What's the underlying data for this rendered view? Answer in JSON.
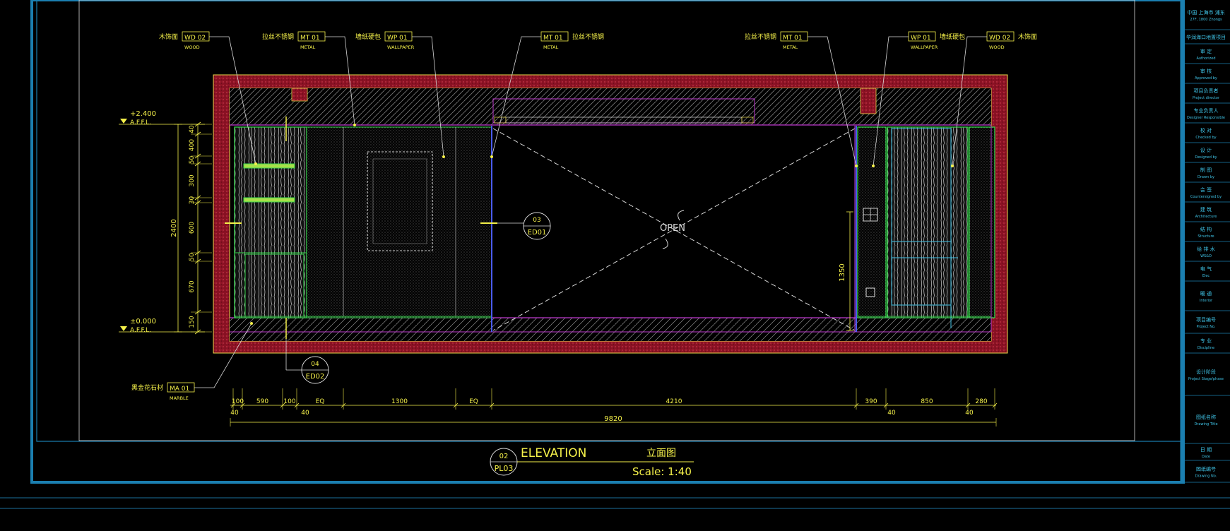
{
  "drawing": {
    "title_en": "ELEVATION",
    "title_cn": "立面图",
    "scale": "Scale: 1:40",
    "bubble_num": "02",
    "bubble_ref": "PL03"
  },
  "levels": {
    "top": "+2.400",
    "bottom": "±0.000",
    "tag": "A.F.F.L."
  },
  "callouts": [
    {
      "cn": "木饰面",
      "code": "WD 02",
      "en": "WOOD"
    },
    {
      "cn": "拉丝不锈钢",
      "code": "MT 01",
      "en": "METAL"
    },
    {
      "cn": "墙纸硬包",
      "code": "WP 01",
      "en": "WALLPAPER"
    },
    {
      "cn": "拉丝不锈钢",
      "code": "MT 01",
      "en": "METAL"
    },
    {
      "cn": "拉丝不锈钢",
      "code": "MT 01",
      "en": "METAL"
    },
    {
      "cn": "墙纸硬包",
      "code": "WP 01",
      "en": "WALLPAPER"
    },
    {
      "cn": "木饰面",
      "code": "WD 02",
      "en": "WOOD"
    },
    {
      "cn": "黑金花石材",
      "code": "MA 01",
      "en": "MARBLE"
    }
  ],
  "section_marks": [
    {
      "num": "03",
      "ref": "ED01"
    },
    {
      "num": "04",
      "ref": "ED02"
    }
  ],
  "door_label": "OPEN",
  "vertical_dims": [
    "40",
    "400",
    "50",
    "300",
    "30",
    "600",
    "50",
    "670",
    "150"
  ],
  "vertical_total": "2400",
  "door_height_dim": "1350",
  "horizontal_dims": [
    "100",
    "590",
    "100",
    "EQ",
    "1300",
    "EQ",
    "4210",
    "390",
    "850",
    "280"
  ],
  "horizontal_small": [
    "40",
    "40",
    "40",
    "40"
  ],
  "horizontal_total": "9820",
  "title_block": [
    {
      "cn": "中国 上海市 浦东",
      "en": "27F, 1800 Zhongs"
    },
    {
      "cn": "华润海口地置项目",
      "en": ""
    },
    {
      "cn": "审 定",
      "en": "Authorized"
    },
    {
      "cn": "审 核",
      "en": "Approved by"
    },
    {
      "cn": "项目负责者",
      "en": "Project director"
    },
    {
      "cn": "专业负责人",
      "en": "Designer Responsible"
    },
    {
      "cn": "校 对",
      "en": "Checked by"
    },
    {
      "cn": "设 计",
      "en": "Designed by"
    },
    {
      "cn": "制 图",
      "en": "Drawn by"
    },
    {
      "cn": "会 签",
      "en": "Countersigned by"
    },
    {
      "cn": "建 筑",
      "en": "Architecture"
    },
    {
      "cn": "结 构",
      "en": "Structure"
    },
    {
      "cn": "给 排 水",
      "en": "WS&D"
    },
    {
      "cn": "电 气",
      "en": "Elec"
    },
    {
      "cn": "暖 通",
      "en": "Interior"
    },
    {
      "cn": "项目编号",
      "en": "Project No."
    },
    {
      "cn": "专 业",
      "en": "Discipline"
    },
    {
      "cn": "设计阶段",
      "en": "Project Stage/phase"
    },
    {
      "cn": "图纸名称",
      "en": "Drawing Title"
    },
    {
      "cn": "日 期",
      "en": "Date"
    },
    {
      "cn": "图纸编号",
      "en": "Drawing No."
    }
  ],
  "colors": {
    "background": "#000000",
    "frame": "#1b7fb0",
    "annotation": "#f5f14a",
    "wall_fill": "#a3172c",
    "magenta": "#c03bd0",
    "green": "#35d24a",
    "blue": "#4a5cf0",
    "line_white": "#d8d8d8"
  }
}
